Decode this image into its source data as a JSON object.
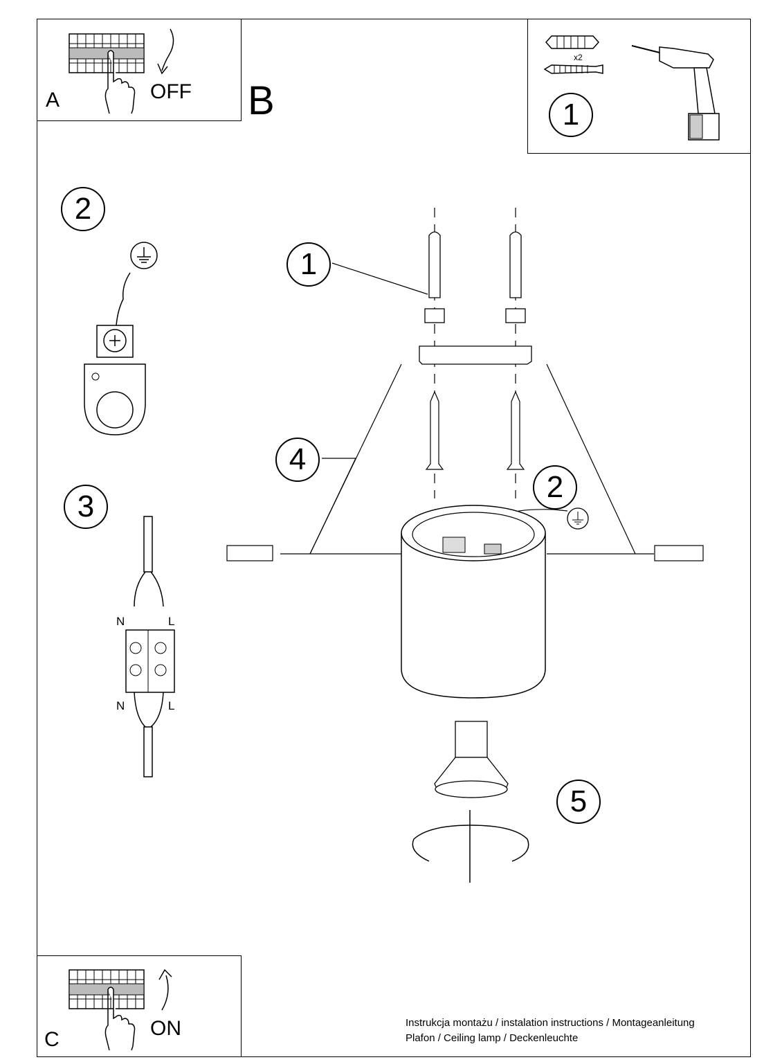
{
  "panel_a": {
    "letter": "A",
    "state_label": "OFF"
  },
  "section_b": {
    "letter": "B"
  },
  "panel_c": {
    "letter": "C",
    "state_label": "ON"
  },
  "tools_panel": {
    "step": "1",
    "quantity_label": "x2"
  },
  "steps": {
    "s1": "1",
    "s2": "2",
    "s3": "3",
    "s4": "4",
    "s5": "5"
  },
  "earth_detail": {
    "step": "2"
  },
  "wiring_detail": {
    "step": "3",
    "neutral_top": "N",
    "live_top": "L",
    "neutral_bottom": "N",
    "live_bottom": "L"
  },
  "footer": {
    "line1": "Instrukcja montażu / instalation instructions / Montageanleitung",
    "line2": "Plafon / Ceiling lamp / Deckenleuchte"
  },
  "icons": [
    "breaker-switch-icon",
    "hand-icon",
    "curved-arrow-icon",
    "wall-plug-icon",
    "screw-icon",
    "drill-icon",
    "ground-symbol-icon",
    "terminal-block-icon",
    "gu10-bulb-icon",
    "rotate-arrow-icon"
  ]
}
